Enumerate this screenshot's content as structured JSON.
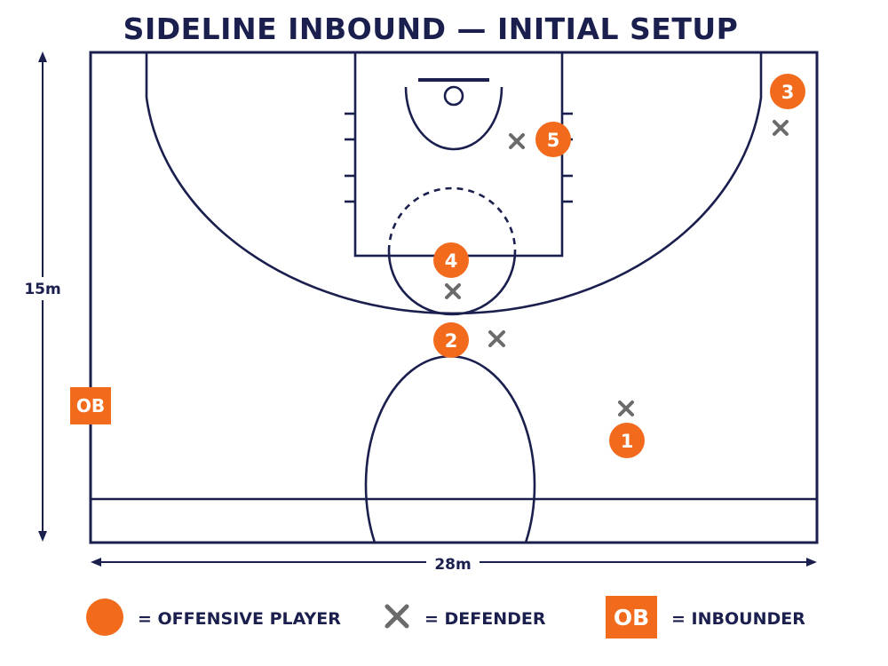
{
  "title": "SIDELINE INBOUND — INITIAL SETUP",
  "dimensions": {
    "height": "15m",
    "width": "28m"
  },
  "colors": {
    "offense": "#f26a1b",
    "defender": "#6b6b6b",
    "lines": "#1b1f4e",
    "text": "#1b1f4e"
  },
  "players": [
    {
      "id": "p1",
      "label": "1"
    },
    {
      "id": "p2",
      "label": "2"
    },
    {
      "id": "p3",
      "label": "3"
    },
    {
      "id": "p4",
      "label": "4"
    },
    {
      "id": "p5",
      "label": "5"
    }
  ],
  "inbounder": {
    "label": "OB"
  },
  "legend": {
    "offense": "= OFFENSIVE PLAYER",
    "defender": "= DEFENDER",
    "inbounder_box": "OB",
    "inbounder": "= INBOUNDER"
  }
}
